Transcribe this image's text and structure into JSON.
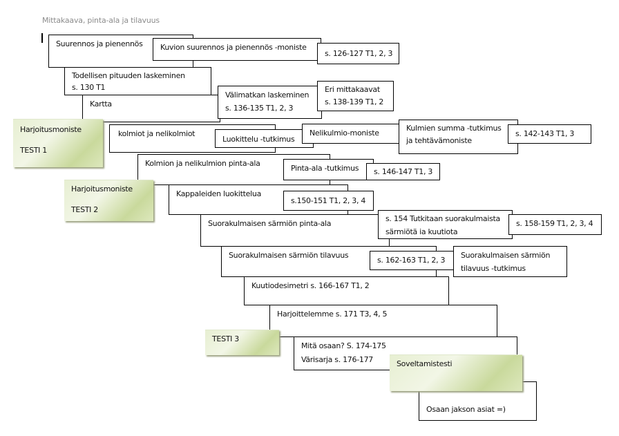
{
  "title": "Mittakaava, pinta-ala  ja tilavuus",
  "nodes": {
    "suurennos": "Suurennos ja pienennös",
    "kuvion": "Kuvion suurennos ja pienennös -moniste",
    "s126": "s. 126-127 T1, 2, 3",
    "todellisen": "Todellisen pituuden laskeminen",
    "todellisen_ref": "s. 130 T1",
    "kartta": "Kartta",
    "valimatkan": "Välimatkan  laskeminen",
    "valimatkan_ref": "s. 136-135 T1, 2, 3",
    "eri": "Eri mittakaavat",
    "eri_ref": "s. 138-139 T1, 2",
    "harj1_a": "Harjoitusmoniste",
    "harj1_b": "TESTI  1",
    "kolmiot": "kolmiot ja nelikolmiot",
    "luokittelu": "Luokittelu -tutkimus",
    "nelikulmio": "Nelikulmio-moniste",
    "kulmien_a": "Kulmien summa  -tutkimus",
    "kulmien_b": "ja tehtävämoniste",
    "s142": "s. 142-143 T1, 3",
    "kolmion": "Kolmion ja  nelikulmion pinta-ala",
    "pinta_tutkimus": "Pinta-ala -tutkimus",
    "s146": "s. 146-147 T1, 3",
    "harj2_a": "Harjoitusmoniste",
    "harj2_b": "TESTI  2",
    "kappaleiden": "Kappaleiden luokittelua",
    "s150": "s.150-151 T1, 2, 3, 4",
    "suora_pinta": "Suorakulmaisen särmiön pinta-ala",
    "s154_a": "s. 154 Tutkitaan  suorakulmaista",
    "s154_b": "särmiötä ia  kuutiota",
    "s158": "s. 158-159 T1, 2, 3, 4",
    "suora_tilavuus": "Suorakulmaisen särmiön tilavuus",
    "s162": "s. 162-163 T1, 2, 3",
    "tilavuus_tutk_a": "Suorakulmaisen särmiön",
    "tilavuus_tutk_b": "tilavuus  -tutkimus",
    "kuutio": "Kuutiodesimetri s. 166-167 T1, 2",
    "harjoittelemme": "Harjoittelemme s. 171 T3, 4, 5",
    "testi3": "TESTI 3",
    "mita_a": "Mitä osaan? S. 174-175",
    "mita_b": "Värisarja s. 176-177",
    "soveltamis": "Soveltamistesti",
    "osaan": "Osaan jakson  asiat =)"
  },
  "colors": {
    "green_box": "#d6e3b4",
    "border": "#000000",
    "title": "#8c8c8c"
  }
}
